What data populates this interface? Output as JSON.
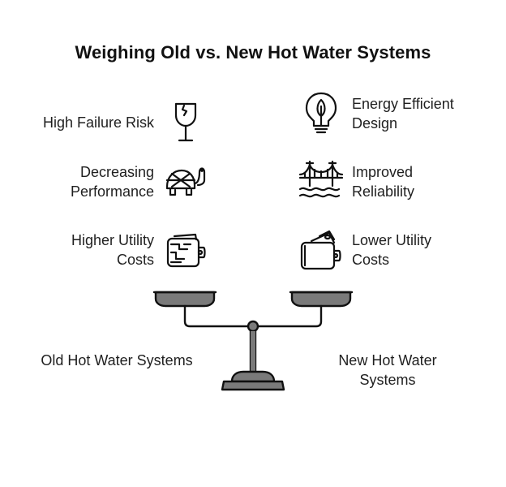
{
  "title": "Weighing Old vs. New Hot Water Systems",
  "left": {
    "items": [
      {
        "label": "High Failure Risk",
        "icon": "broken-glass-icon"
      },
      {
        "label": "Decreasing\nPerformance",
        "icon": "turtle-icon"
      },
      {
        "label": "Higher Utility\nCosts",
        "icon": "wallet-icon"
      }
    ],
    "system_label": "Old Hot Water Systems"
  },
  "right": {
    "items": [
      {
        "label": "Energy Efficient\nDesign",
        "icon": "lightbulb-leaf-icon"
      },
      {
        "label": "Improved\nReliability",
        "icon": "bridge-icon"
      },
      {
        "label": "Lower Utility\nCosts",
        "icon": "wallet-money-icon"
      }
    ],
    "system_label": "New Hot Water\nSystems"
  },
  "colors": {
    "pan_fill": "#7a7a7a",
    "stroke": "#111111"
  }
}
